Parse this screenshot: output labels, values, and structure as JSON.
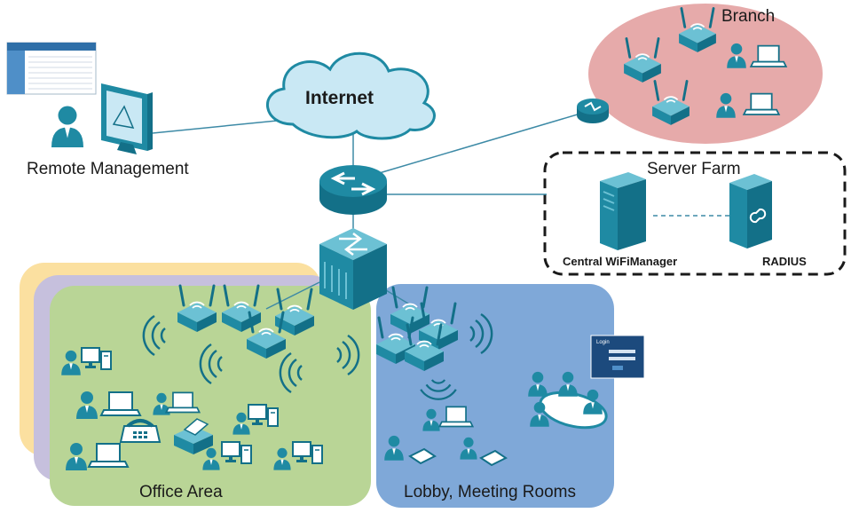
{
  "labels": {
    "internet": "Internet",
    "branch": "Branch",
    "remote_management": "Remote Management",
    "server_farm": "Server Farm",
    "central_wifi_manager": "Central WiFiManager",
    "radius": "RADIUS",
    "office_area": "Office Area",
    "lobby_meeting_rooms": "Lobby, Meeting Rooms"
  },
  "login_window": {
    "title": "Login"
  },
  "colors": {
    "teal": "#1f8aa3",
    "teal_dark": "#137088",
    "teal_light": "#6cc1d4",
    "office_bg": "#b9d596",
    "office_layer_yellow": "#fbe0a0",
    "office_layer_purple": "#c6c0dd",
    "lobby_bg": "#7fa8d8",
    "branch_bg": "#e6aaaa",
    "cloud_fill": "#c9e8f4",
    "line": "#3d8aa6"
  }
}
